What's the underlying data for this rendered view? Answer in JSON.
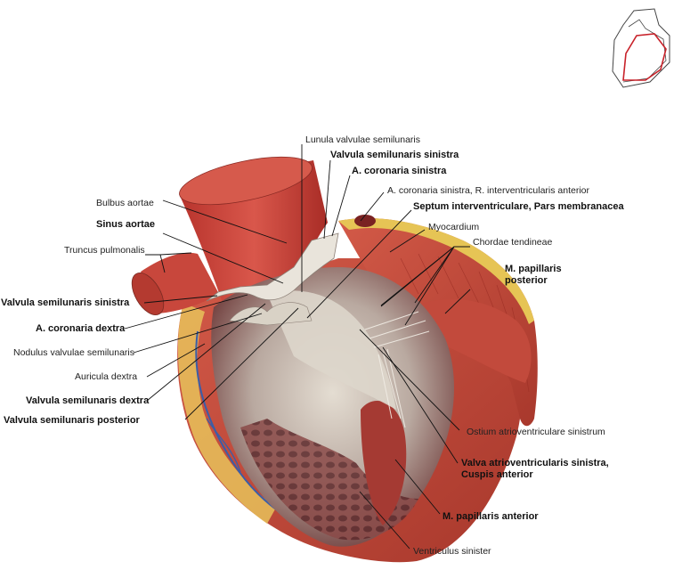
{
  "labels": {
    "lunula": "Lunula valvulae semilunaris",
    "valvula_sem_sin_top": "Valvula semilunaris sinistra",
    "a_cor_sin": "A. coronaria sinistra",
    "a_cor_sin_ria": "A. coronaria sinistra, R. interventricularis anterior",
    "septum": "Septum interventriculare, Pars membranacea",
    "myocardium": "Myocardium",
    "chordae": "Chordae tendineae",
    "m_pap_post_1": "M. papillaris",
    "m_pap_post_2": "posterior",
    "bulbus": "Bulbus aortae",
    "sinus": "Sinus aortae",
    "truncus": "Truncus pulmonalis",
    "valvula_sem_sin_left": "Valvula semilunaris sinistra",
    "a_cor_dex": "A. coronaria dextra",
    "nodulus": "Nodulus valvulae semilunaris",
    "auricula": "Auricula dextra",
    "valvula_sem_dex": "Valvula semilunaris dextra",
    "valvula_sem_post": "Valvula semilunaris posterior",
    "ostium": "Ostium atrioventriculare sinistrum",
    "valva_1": "Valva atrioventricularis sinistra,",
    "valva_2": "Cuspis anterior",
    "m_pap_ant": "M. papillaris anterior",
    "ventriculus": "Ventriculus sinister"
  },
  "colors": {
    "muscle": "#c8503f",
    "muscle_dark": "#8e2a22",
    "aorta": "#c9423a",
    "endocardium": "#cfc9c0",
    "fat": "#e6c455",
    "vessel_blue": "#3a5ea8",
    "leader": "#111111"
  }
}
